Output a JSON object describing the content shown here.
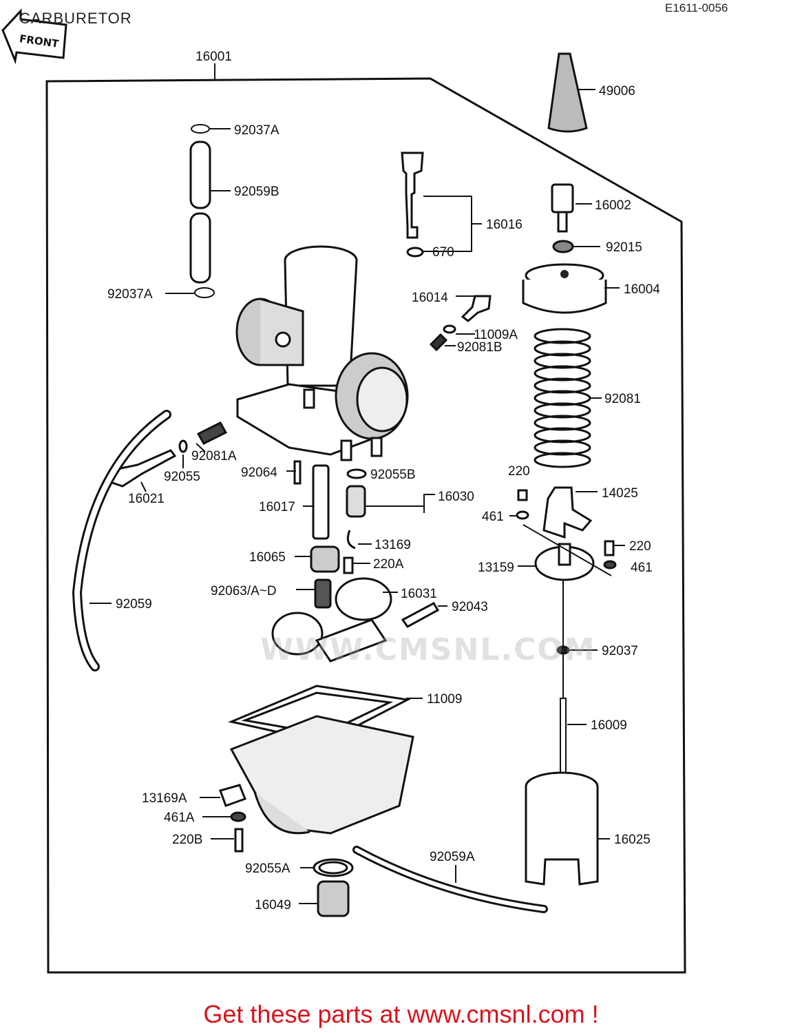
{
  "header": {
    "title": "CARBURETOR",
    "diagram_code": "E1611-0056"
  },
  "front_arrow": {
    "text": "FRONT",
    "icon": "front-arrow-icon"
  },
  "watermark": {
    "text": "WWW.CMSNL.COM"
  },
  "footer": {
    "text": "Get these parts at www.cmsnl.com !",
    "color": "#d8141d"
  },
  "parts": [
    {
      "id": "p16001",
      "label": "16001"
    },
    {
      "id": "p49006",
      "label": "49006"
    },
    {
      "id": "p92037A_top",
      "label": "92037A"
    },
    {
      "id": "p92059B",
      "label": "92059B"
    },
    {
      "id": "p92037A_low",
      "label": "92037A"
    },
    {
      "id": "p16016",
      "label": "16016"
    },
    {
      "id": "p670",
      "label": "670"
    },
    {
      "id": "p16002",
      "label": "16002"
    },
    {
      "id": "p92015",
      "label": "92015"
    },
    {
      "id": "p16004",
      "label": "16004"
    },
    {
      "id": "p16014",
      "label": "16014"
    },
    {
      "id": "p11009A",
      "label": "11009A"
    },
    {
      "id": "p92081B",
      "label": "92081B"
    },
    {
      "id": "p92081",
      "label": "92081"
    },
    {
      "id": "p92081A",
      "label": "92081A"
    },
    {
      "id": "p92055",
      "label": "92055"
    },
    {
      "id": "p16021",
      "label": "16021"
    },
    {
      "id": "p92064",
      "label": "92064"
    },
    {
      "id": "p92055B",
      "label": "92055B"
    },
    {
      "id": "p16030",
      "label": "16030"
    },
    {
      "id": "p220_a",
      "label": "220"
    },
    {
      "id": "p14025",
      "label": "14025"
    },
    {
      "id": "p461_a",
      "label": "461"
    },
    {
      "id": "p16017",
      "label": "16017"
    },
    {
      "id": "p13169",
      "label": "13169"
    },
    {
      "id": "p220_b",
      "label": "220"
    },
    {
      "id": "p16065",
      "label": "16065"
    },
    {
      "id": "p220A",
      "label": "220A"
    },
    {
      "id": "p13159",
      "label": "13159"
    },
    {
      "id": "p461_b",
      "label": "461"
    },
    {
      "id": "p92063",
      "label": "92063/A~D"
    },
    {
      "id": "p16031",
      "label": "16031"
    },
    {
      "id": "p92059",
      "label": "92059"
    },
    {
      "id": "p92043",
      "label": "92043"
    },
    {
      "id": "p92037",
      "label": "92037"
    },
    {
      "id": "p11009",
      "label": "11009"
    },
    {
      "id": "p16009",
      "label": "16009"
    },
    {
      "id": "p13169A",
      "label": "13169A"
    },
    {
      "id": "p461A",
      "label": "461A"
    },
    {
      "id": "p220B",
      "label": "220B"
    },
    {
      "id": "p16025",
      "label": "16025"
    },
    {
      "id": "p92059A",
      "label": "92059A"
    },
    {
      "id": "p92055A",
      "label": "92055A"
    },
    {
      "id": "p16049",
      "label": "16049"
    }
  ]
}
